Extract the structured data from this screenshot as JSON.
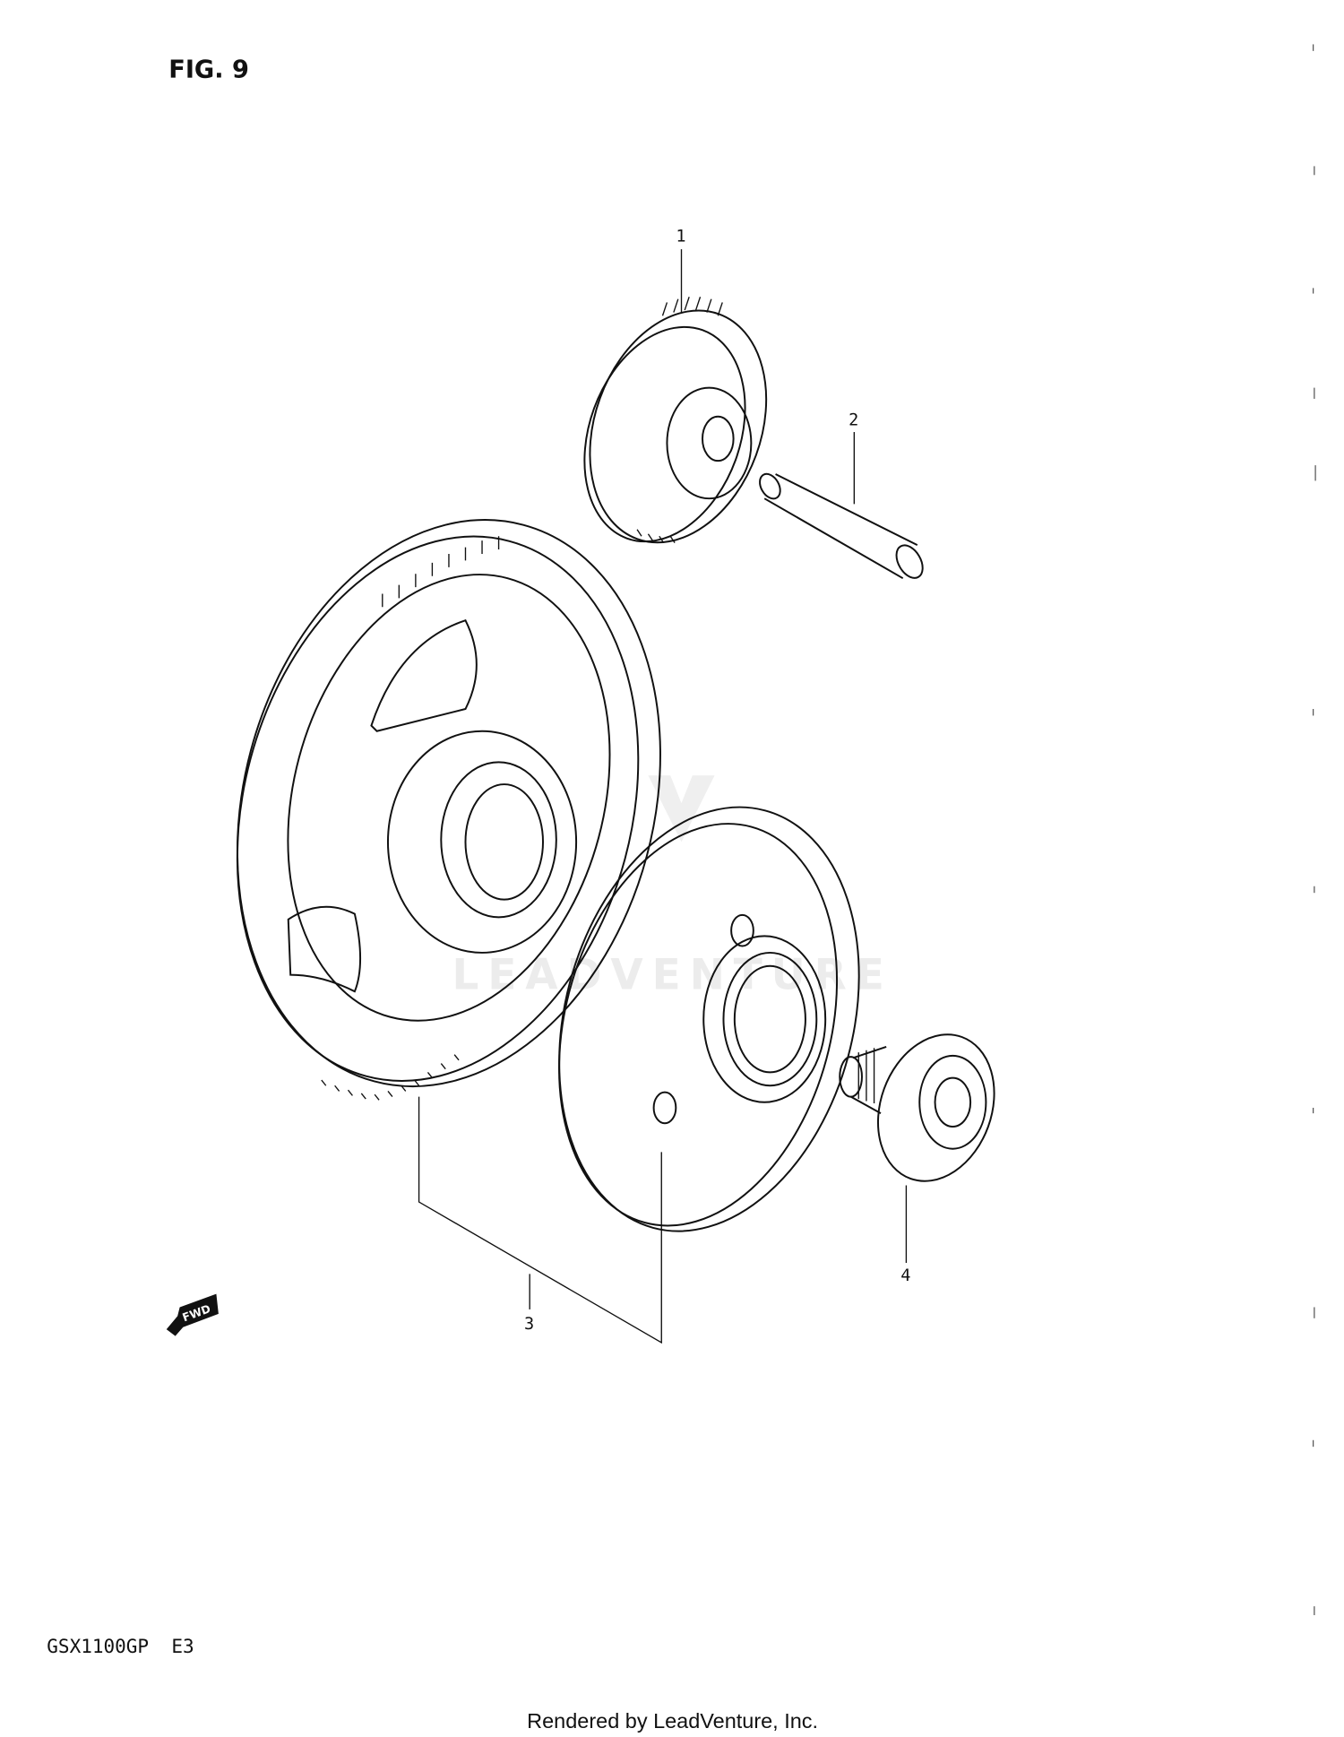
{
  "figure": {
    "title": "FIG. 9"
  },
  "parts": [
    {
      "number": "1"
    },
    {
      "number": "2"
    },
    {
      "number": "3"
    },
    {
      "number": "4"
    }
  ],
  "direction_marker": {
    "label": "FWD"
  },
  "model_code": "GSX1100GP  E3",
  "watermark": "LEADVENTURE",
  "footer": "Rendered by LeadVenture, Inc."
}
